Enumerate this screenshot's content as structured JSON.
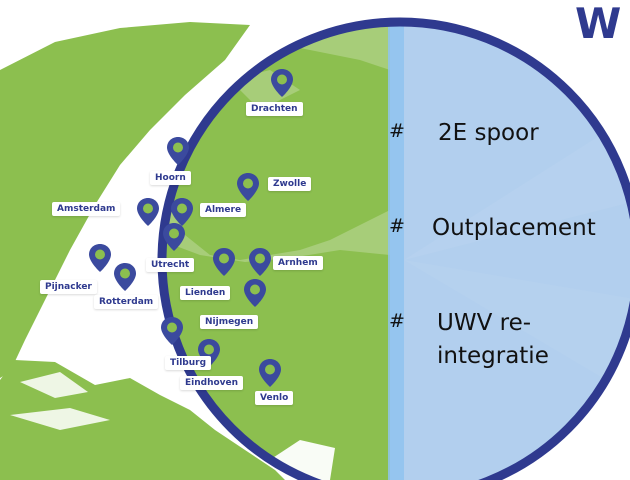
{
  "heading_fragment": "W",
  "colors": {
    "land": "#8cbf4f",
    "land_light": "#a7cd79",
    "circle_fill": "#b2cfee",
    "circle_border": "#2f3a8f",
    "pin": "#3b4a9e",
    "label_text": "#2f3a8f"
  },
  "cities": [
    {
      "name": "Drachten",
      "icon": "map-pin-icon"
    },
    {
      "name": "Hoorn",
      "icon": "map-pin-icon"
    },
    {
      "name": "Zwolle",
      "icon": "map-pin-icon"
    },
    {
      "name": "Amsterdam",
      "icon": "map-pin-icon"
    },
    {
      "name": "Almere",
      "icon": "map-pin-icon"
    },
    {
      "name": "Utrecht",
      "icon": "map-pin-icon"
    },
    {
      "name": "Arnhem",
      "icon": "map-pin-icon"
    },
    {
      "name": "Pijnacker",
      "icon": "map-pin-icon"
    },
    {
      "name": "Rotterdam",
      "icon": "map-pin-icon"
    },
    {
      "name": "Lienden",
      "icon": "map-pin-icon"
    },
    {
      "name": "Nijmegen",
      "icon": "map-pin-icon"
    },
    {
      "name": "Tilburg",
      "icon": "map-pin-icon"
    },
    {
      "name": "Eindhoven",
      "icon": "map-pin-icon"
    },
    {
      "name": "Venlo",
      "icon": "map-pin-icon"
    }
  ],
  "services": [
    {
      "bullet": "#",
      "line1": "2E spoor",
      "line2": ""
    },
    {
      "bullet": "#",
      "line1": "Outplacement",
      "line2": ""
    },
    {
      "bullet": "#",
      "line1": "UWV re-",
      "line2": "integratie"
    }
  ]
}
